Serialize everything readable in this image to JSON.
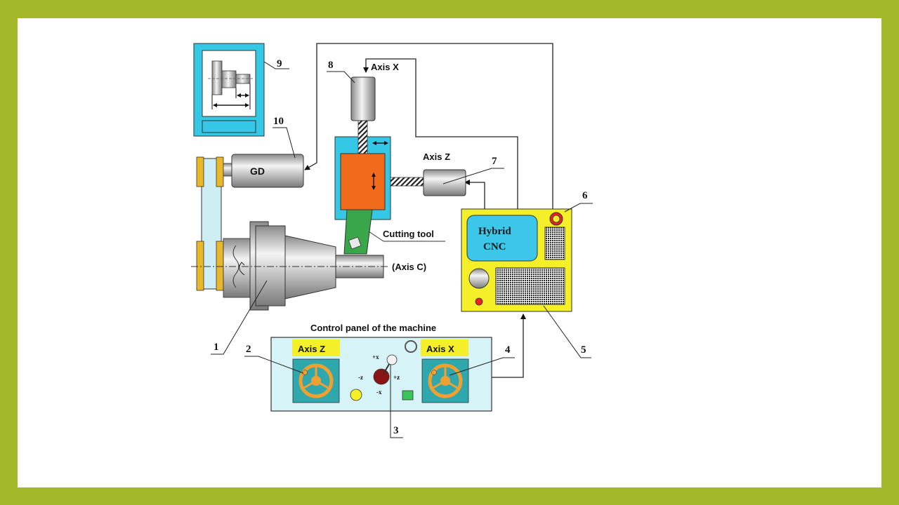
{
  "labels": {
    "axis_x_top": "Axis X",
    "axis_z_top": "Axis Z",
    "cutting_tool": "Cutting tool",
    "axis_c": "(Axis C)",
    "gd": "GD",
    "cnc_line1": "Hybrid",
    "cnc_line2": "CNC",
    "panel_title": "Control panel of the machine",
    "panel_axis_z": "Axis Z",
    "panel_axis_x": "Axis X",
    "joy_plus_x": "+x",
    "joy_minus_x": "-x",
    "joy_plus_z": "+z",
    "joy_minus_z": "-z"
  },
  "callouts": {
    "n1": "1",
    "n2": "2",
    "n3": "3",
    "n4": "4",
    "n5": "5",
    "n6": "6",
    "n7": "7",
    "n8": "8",
    "n9": "9",
    "n10": "10"
  },
  "colors": {
    "frame": "#a4b82a",
    "screen": "#35c8e6",
    "cnc_body": "#f5ef2a",
    "cnc_screen": "#3cc6ea",
    "tool_block": "#f26a1b",
    "tool_holder": "#3aa64a",
    "panel": "#d6f3f7",
    "panel_tag": "#f5ef2a",
    "handwheel": "#f0a030",
    "pulley_cap": "#e8b82a"
  }
}
